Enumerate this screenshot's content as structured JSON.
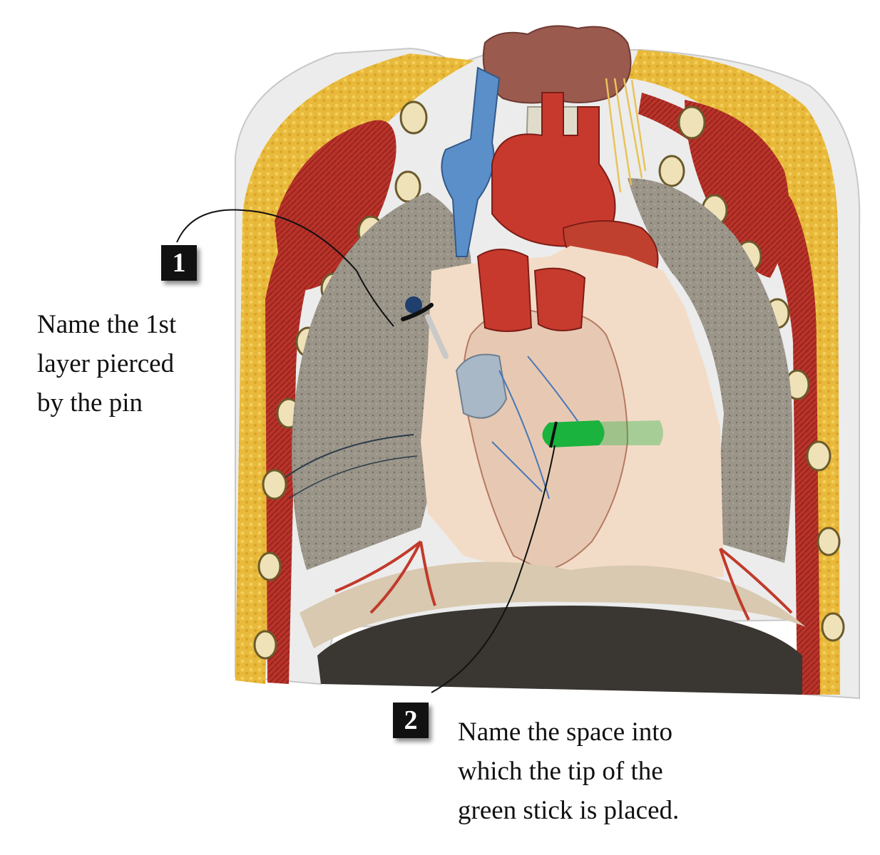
{
  "labels": [
    {
      "number": "1",
      "question": "Name the 1st\nlayer  pierced\nby the pin"
    },
    {
      "number": "2",
      "question": "Name the space into\nwhich the tip of the\ngreen stick is placed."
    }
  ],
  "colors": {
    "muscle": "#b8332a",
    "fat": "#e8b93a",
    "lung": "#9a9588",
    "vessel_blue": "#5b8fc9",
    "pericardium": "#f3dcc7",
    "green_stick": "#19b33e",
    "diaphragm": "#3a3732"
  }
}
